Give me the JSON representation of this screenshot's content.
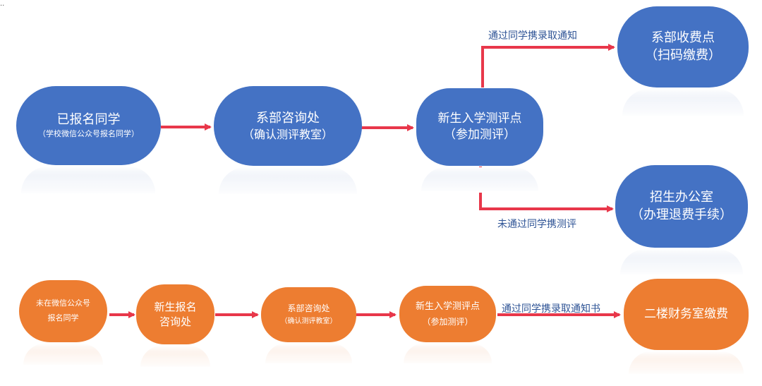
{
  "corner_mark": "..",
  "top_flow": {
    "registered": {
      "line1": "已报名同学",
      "line2": "（学校微信公众号报名同学）"
    },
    "consult": {
      "line1": "系部咨询处",
      "line2": "（确认测评教室）"
    },
    "test": {
      "line1": "新生入学测评点",
      "line2": "（参加测评）"
    },
    "fee_point": {
      "line1": "系部收费点",
      "line2": "（扫码缴费）"
    },
    "admissions": {
      "line1": "招生办公室",
      "line2": "（办理退费手续）"
    },
    "pass_label": "通过同学携录取通知",
    "fail_label": "未通过同学携测评"
  },
  "bottom_flow": {
    "unregistered": {
      "line1": "未在微信公众号",
      "line2": "报名同学"
    },
    "signup": {
      "line1": "新生报名",
      "line2": "咨询处"
    },
    "consult": {
      "line1": "系部咨询处",
      "line2": "（确认测评教室）"
    },
    "test": {
      "line1": "新生入学测评点",
      "line2": "（参加测评）"
    },
    "finance": {
      "line1": "二楼财务室缴费"
    },
    "pass_label": "通过同学携录取通知书"
  },
  "colors": {
    "blue": "#4472c4",
    "orange": "#ed7d31",
    "arrow": "#e8374a",
    "label": "#2f5496"
  }
}
